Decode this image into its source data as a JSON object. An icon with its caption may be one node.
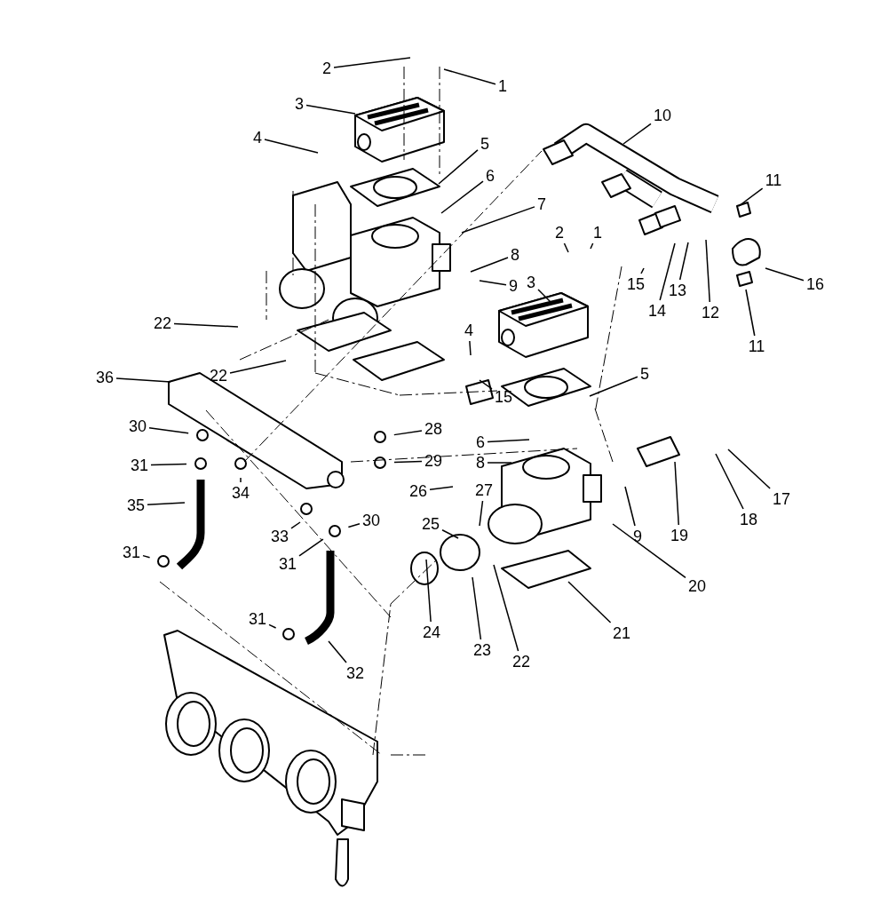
{
  "diagram": {
    "nodes": [
      {
        "text": [
          "1"
        ]
      },
      {
        "text": [
          "2"
        ]
      },
      {
        "text": [
          "3"
        ]
      },
      {
        "text": [
          "4"
        ]
      },
      {
        "text": [
          "10"
        ]
      },
      {
        "text": [
          "5"
        ]
      },
      {
        "text": [
          "11"
        ]
      },
      {
        "text": [
          "6"
        ]
      },
      {
        "text": [
          "7"
        ]
      },
      {
        "text": [
          "2"
        ]
      },
      {
        "text": [
          "1"
        ]
      },
      {
        "text": [
          "8"
        ]
      },
      {
        "text": [
          "3"
        ]
      },
      {
        "text": [
          "9"
        ]
      },
      {
        "text": [
          "15"
        ]
      },
      {
        "text": [
          "16"
        ]
      },
      {
        "text": [
          "13"
        ]
      },
      {
        "text": [
          "14"
        ]
      },
      {
        "text": [
          "12"
        ]
      },
      {
        "text": [
          "22"
        ]
      },
      {
        "text": [
          "11"
        ]
      },
      {
        "text": [
          "4"
        ]
      },
      {
        "text": [
          "22"
        ]
      },
      {
        "text": [
          "5"
        ]
      },
      {
        "text": [
          "36"
        ]
      },
      {
        "text": [
          "15"
        ]
      },
      {
        "text": [
          "30"
        ]
      },
      {
        "text": [
          "28"
        ]
      },
      {
        "text": [
          "6"
        ]
      },
      {
        "text": [
          "31"
        ]
      },
      {
        "text": [
          "29"
        ]
      },
      {
        "text": [
          "8"
        ]
      },
      {
        "text": [
          "34"
        ]
      },
      {
        "text": [
          "26"
        ]
      },
      {
        "text": [
          "27"
        ]
      },
      {
        "text": [
          "17"
        ]
      },
      {
        "text": [
          "35"
        ]
      },
      {
        "text": [
          "30"
        ]
      },
      {
        "text": [
          "25"
        ]
      },
      {
        "text": [
          "18"
        ]
      },
      {
        "text": [
          "33"
        ]
      },
      {
        "text": [
          "19"
        ]
      },
      {
        "text": [
          "9"
        ]
      },
      {
        "text": [
          "31"
        ]
      },
      {
        "text": [
          "31"
        ]
      },
      {
        "text": [
          "20"
        ]
      },
      {
        "text": [
          "31"
        ]
      },
      {
        "text": [
          "24"
        ]
      },
      {
        "text": [
          "23"
        ]
      },
      {
        "text": [
          "22"
        ]
      },
      {
        "text": [
          "21"
        ]
      },
      {
        "text": [
          "32"
        ]
      }
    ],
    "edges": [
      {
        "from": 0,
        "to": null,
        "arrow": "none"
      },
      {
        "from": 1,
        "to": null,
        "arrow": "none"
      },
      {
        "from": 2,
        "to": null,
        "arrow": "none"
      },
      {
        "from": 3,
        "to": null,
        "arrow": "none"
      },
      {
        "from": 4,
        "to": null,
        "arrow": "none"
      },
      {
        "from": 5,
        "to": null,
        "arrow": "none"
      },
      {
        "from": 6,
        "to": null,
        "arrow": "none"
      },
      {
        "from": 7,
        "to": null,
        "arrow": "none"
      },
      {
        "from": 8,
        "to": null,
        "arrow": "none"
      },
      {
        "from": 9,
        "to": null,
        "arrow": "none"
      },
      {
        "from": 10,
        "to": null,
        "arrow": "none"
      },
      {
        "from": 11,
        "to": null,
        "arrow": "none"
      },
      {
        "from": 12,
        "to": null,
        "arrow": "none"
      },
      {
        "from": 13,
        "to": null,
        "arrow": "none"
      },
      {
        "from": 14,
        "to": null,
        "arrow": "none"
      },
      {
        "from": 15,
        "to": null,
        "arrow": "none"
      },
      {
        "from": 16,
        "to": null,
        "arrow": "none"
      },
      {
        "from": 17,
        "to": null,
        "arrow": "none"
      },
      {
        "from": 18,
        "to": null,
        "arrow": "none"
      },
      {
        "from": 19,
        "to": null,
        "arrow": "none"
      },
      {
        "from": 20,
        "to": null,
        "arrow": "none"
      },
      {
        "from": 21,
        "to": null,
        "arrow": "none"
      },
      {
        "from": 22,
        "to": null,
        "arrow": "none"
      },
      {
        "from": 23,
        "to": null,
        "arrow": "none"
      },
      {
        "from": 24,
        "to": null,
        "arrow": "none"
      },
      {
        "from": 25,
        "to": null,
        "arrow": "none"
      },
      {
        "from": 26,
        "to": null,
        "arrow": "none"
      },
      {
        "from": 27,
        "to": null,
        "arrow": "none"
      },
      {
        "from": 28,
        "to": null,
        "arrow": "none"
      },
      {
        "from": 29,
        "to": null,
        "arrow": "none"
      },
      {
        "from": 30,
        "to": null,
        "arrow": "none"
      },
      {
        "from": 31,
        "to": null,
        "arrow": "none"
      },
      {
        "from": 32,
        "to": null,
        "arrow": "none"
      },
      {
        "from": 33,
        "to": null,
        "arrow": "none"
      },
      {
        "from": 34,
        "to": null,
        "arrow": "none"
      },
      {
        "from": 35,
        "to": null,
        "arrow": "none"
      },
      {
        "from": 36,
        "to": null,
        "arrow": "none"
      },
      {
        "from": 37,
        "to": null,
        "arrow": "none"
      },
      {
        "from": 38,
        "to": null,
        "arrow": "none"
      },
      {
        "from": 39,
        "to": null,
        "arrow": "none"
      },
      {
        "from": 40,
        "to": null,
        "arrow": "none"
      },
      {
        "from": 41,
        "to": null,
        "arrow": "none"
      },
      {
        "from": 42,
        "to": null,
        "arrow": "none"
      },
      {
        "from": 43,
        "to": null,
        "arrow": "none"
      },
      {
        "from": 44,
        "to": null,
        "arrow": "none"
      },
      {
        "from": 45,
        "to": null,
        "arrow": "none"
      },
      {
        "from": 46,
        "to": null,
        "arrow": "none"
      },
      {
        "from": 47,
        "to": null,
        "arrow": "none"
      },
      {
        "from": 48,
        "to": null,
        "arrow": "none"
      },
      {
        "from": 49,
        "to": null,
        "arrow": "none"
      },
      {
        "from": 50,
        "to": null,
        "arrow": "none"
      },
      {
        "from": 51,
        "to": null,
        "arrow": "none"
      }
    ]
  }
}
